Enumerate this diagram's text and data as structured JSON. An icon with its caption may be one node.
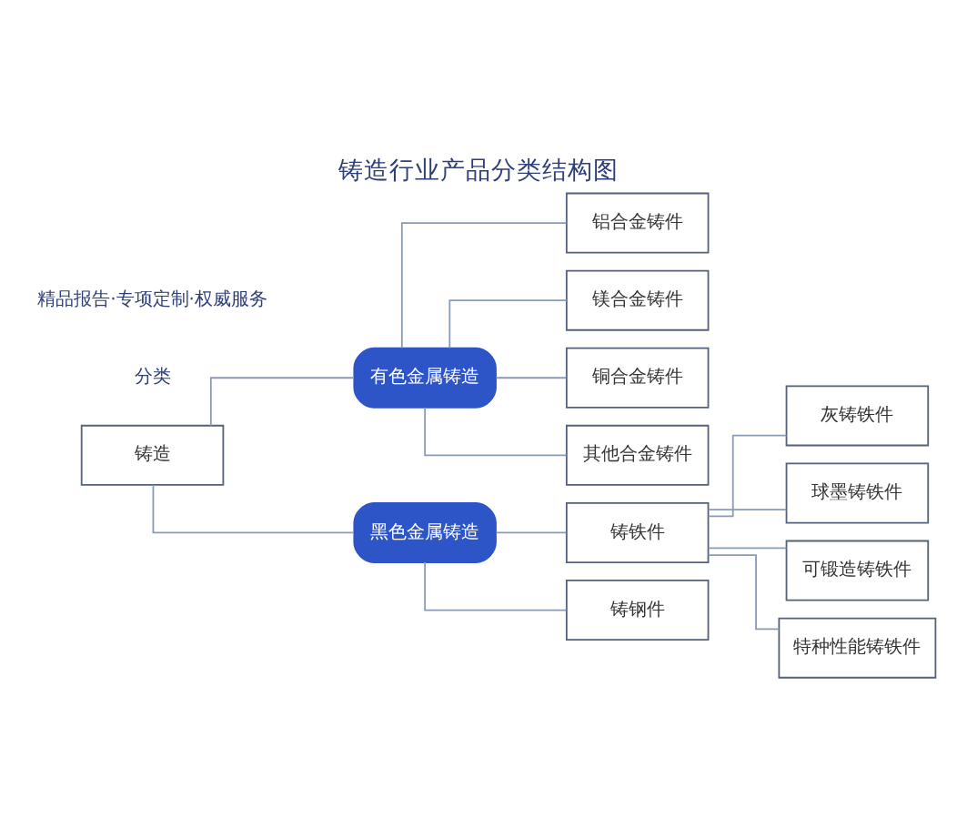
{
  "diagram": {
    "title": "铸造行业产品分类结构图",
    "nodes": [
      {
        "text": [
          "铸造"
        ]
      },
      {
        "text": [
          "有色金属铸造"
        ]
      },
      {
        "text": [
          "铝合金铸件"
        ]
      },
      {
        "text": [
          "镁合金铸件"
        ]
      },
      {
        "text": [
          "铜合金铸件"
        ]
      },
      {
        "text": [
          "其他合金铸件"
        ]
      },
      {
        "text": [
          "黑色金属铸造"
        ]
      },
      {
        "text": [
          "铸铁件"
        ]
      },
      {
        "text": [
          "灰铸铁件"
        ]
      },
      {
        "text": [
          "球墨铸铁件"
        ]
      },
      {
        "text": [
          "可锻造铸铁件"
        ]
      },
      {
        "text": [
          "特种性能铸铁件"
        ]
      },
      {
        "text": [
          "铸钢件"
        ]
      }
    ],
    "edges": [
      {
        "from": 0,
        "to": 1,
        "arrow": "none"
      },
      {
        "from": 1,
        "to": 2,
        "arrow": "none"
      },
      {
        "from": 1,
        "to": 3,
        "arrow": "none"
      },
      {
        "from": 1,
        "to": 4,
        "arrow": "none"
      },
      {
        "from": 1,
        "to": 5,
        "arrow": "none"
      },
      {
        "from": 0,
        "to": 6,
        "arrow": "none"
      },
      {
        "from": 6,
        "to": 7,
        "arrow": "none"
      },
      {
        "from": 7,
        "to": 8,
        "arrow": "none"
      },
      {
        "from": 7,
        "to": 9,
        "arrow": "none"
      },
      {
        "from": 7,
        "to": 10,
        "arrow": "none"
      },
      {
        "from": 7,
        "to": 11,
        "arrow": "none"
      },
      {
        "from": 6,
        "to": 12,
        "arrow": "none"
      }
    ],
    "labels": [
      "分类",
      "精品报告·专项定制·权威服务"
    ]
  }
}
